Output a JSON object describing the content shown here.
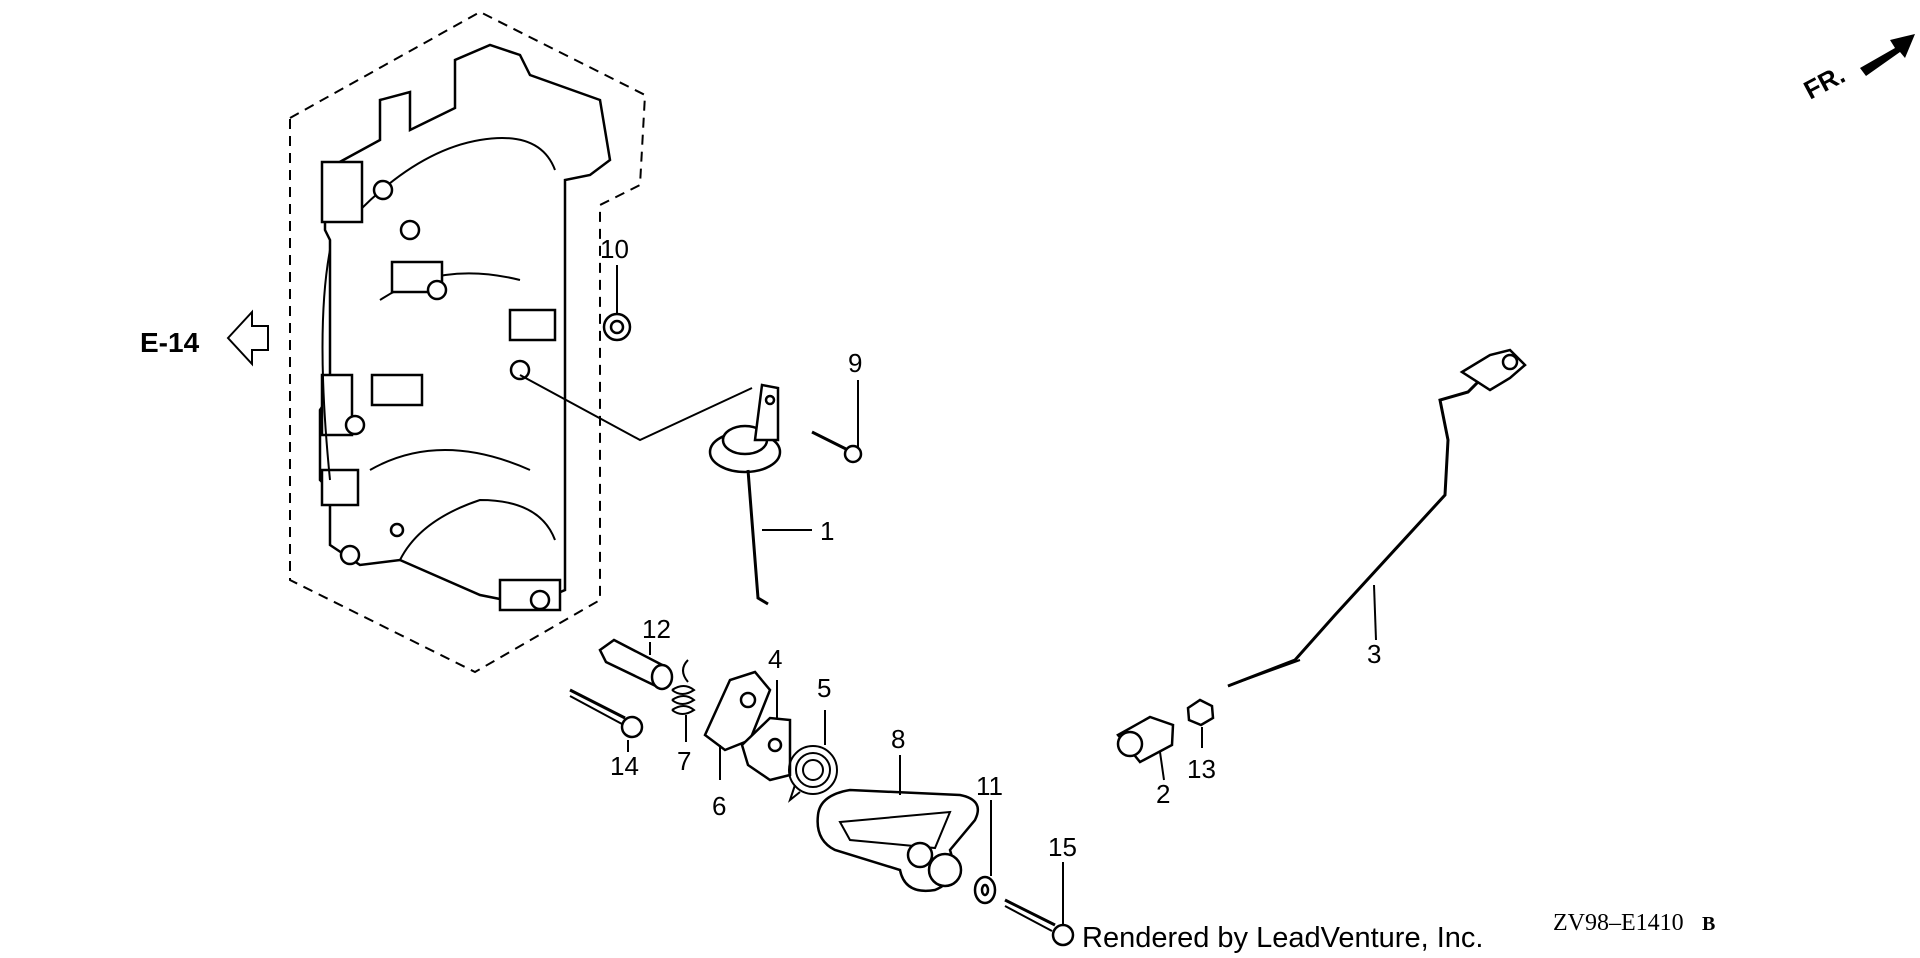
{
  "diagram": {
    "callouts": [
      {
        "num": "1",
        "part": "choke-diaphragm"
      },
      {
        "num": "2",
        "part": "rod-end"
      },
      {
        "num": "3",
        "part": "link-rod"
      },
      {
        "num": "4",
        "part": "plate"
      },
      {
        "num": "5",
        "part": "spring-large"
      },
      {
        "num": "6",
        "part": "cam"
      },
      {
        "num": "7",
        "part": "spring-small"
      },
      {
        "num": "8",
        "part": "lever"
      },
      {
        "num": "9",
        "part": "screw"
      },
      {
        "num": "10",
        "part": "nut-top"
      },
      {
        "num": "11",
        "part": "washer"
      },
      {
        "num": "12",
        "part": "collar"
      },
      {
        "num": "13",
        "part": "nut"
      },
      {
        "num": "14",
        "part": "bolt-left"
      },
      {
        "num": "15",
        "part": "bolt-bottom"
      }
    ],
    "ref_label": "E-14",
    "direction_label": "FR.",
    "credit": "Rendered by LeadVenture, Inc.",
    "diagram_code": "ZV98–E1410",
    "revision": "B"
  }
}
